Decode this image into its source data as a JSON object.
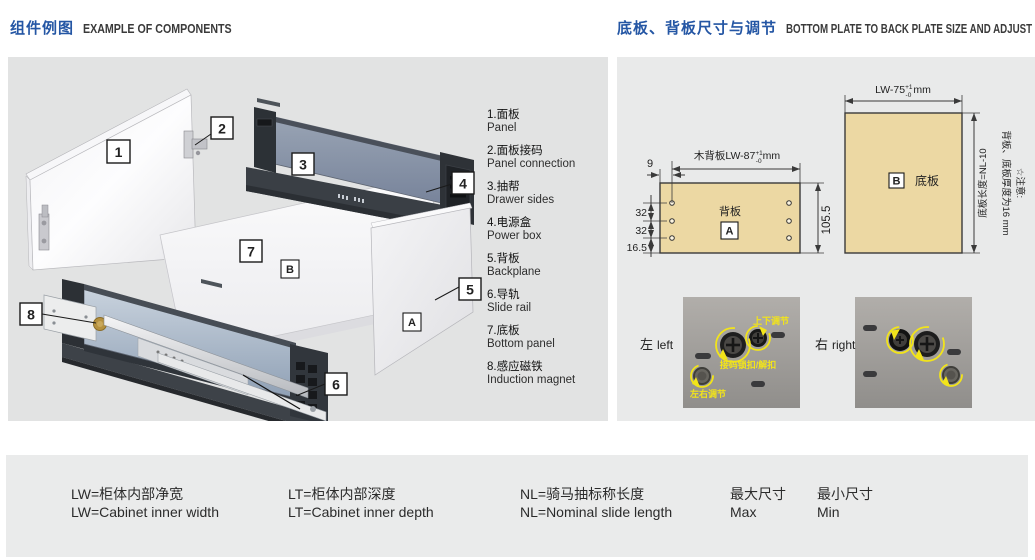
{
  "headers": {
    "left": {
      "zh": "组件例图",
      "en": "EXAMPLE OF COMPONENTS"
    },
    "right": {
      "zh": "底板、背板尺寸与调节",
      "en": "BOTTOM PLATE TO BACK PLATE SIZE AND ADJUST"
    }
  },
  "components": {
    "items": [
      {
        "zh": "1.面板",
        "en": "Panel"
      },
      {
        "zh": "2.面板接码",
        "en": "Panel connection"
      },
      {
        "zh": "3.抽帮",
        "en": "Drawer sides"
      },
      {
        "zh": "4.电源盒",
        "en": "Power box"
      },
      {
        "zh": "5.背板",
        "en": "Backplane"
      },
      {
        "zh": "6.导轨",
        "en": "Slide rail"
      },
      {
        "zh": "7.底板",
        "en": "Bottom panel"
      },
      {
        "zh": "8.感应磁铁",
        "en": "Induction magnet"
      }
    ]
  },
  "callouts": {
    "c1": "1",
    "c2": "2",
    "c3": "3",
    "c4": "4",
    "c5": "5",
    "c6": "6",
    "c7": "7",
    "c8": "8",
    "ca": "A",
    "cb": "B"
  },
  "drawing": {
    "backplane": {
      "name": "背板",
      "tag": "A",
      "width_dim": {
        "main": "木背板LW-87",
        "sup": "+1",
        "sub": "-0",
        "unit": "mm"
      },
      "offset_dim": "9",
      "pitch_dims": [
        "32",
        "32",
        "16.5"
      ],
      "height_dim": "105.5"
    },
    "bottom_plate": {
      "name": "底板",
      "tag": "B",
      "width_dim": {
        "main": "LW-75",
        "sup": "+1",
        "sub": "-0",
        "unit": "mm"
      },
      "length_dim": "底板长度=NL-10"
    },
    "note_line1": "☆注意:",
    "note_line2": "背板、底板厚度为16 mm"
  },
  "photos": {
    "left": {
      "zh": "左",
      "en": "left",
      "ann_top": "上下调节",
      "ann_mid": "接码锁扣/解扣",
      "ann_bottom": "左右调节"
    },
    "right": {
      "zh": "右",
      "en": "right"
    }
  },
  "legend": [
    {
      "zh": "LW=柜体内部净宽",
      "en": "LW=Cabinet inner width"
    },
    {
      "zh": "LT=柜体内部深度",
      "en": "LT=Cabinet inner depth"
    },
    {
      "zh": "NL=骑马抽标称长度",
      "en": "NL=Nominal slide length"
    },
    {
      "zh": "最大尺寸",
      "en": "Max"
    },
    {
      "zh": "最小尺寸",
      "en": "Min"
    }
  ],
  "colors": {
    "accent_blue": "#2456a4",
    "panel_bg_left": "#e2e3e3",
    "panel_bg_right": "#e9eaea",
    "wood_fill": "#ecd8a3",
    "annotation_yellow": "#f2e41a"
  }
}
